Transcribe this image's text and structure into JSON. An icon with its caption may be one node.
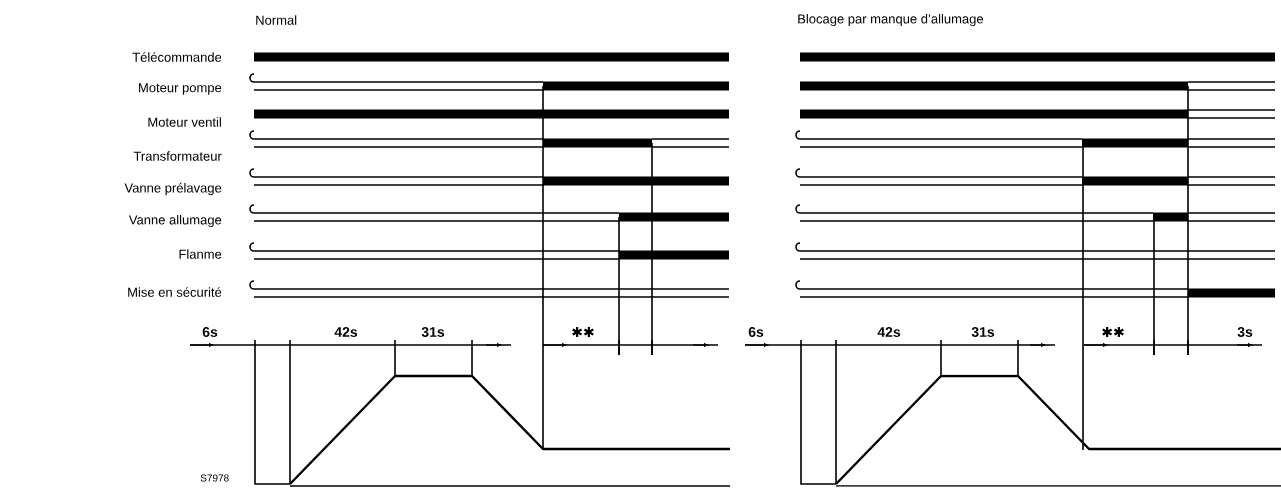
{
  "diagram": {
    "labels": [
      "Normal",
      "Blocage par manque d’allumage",
      "Télécommande",
      "Moteur pompe",
      "Moteur ventil",
      "Transformateur",
      "Vanne prélavage",
      "Vanne allumage",
      "Flanme",
      "Mise en sécurité",
      "6s",
      "42s",
      "31s",
      "✱✱",
      "6s",
      "42s",
      "31s",
      "✱✱",
      "3s",
      "S7978"
    ]
  }
}
